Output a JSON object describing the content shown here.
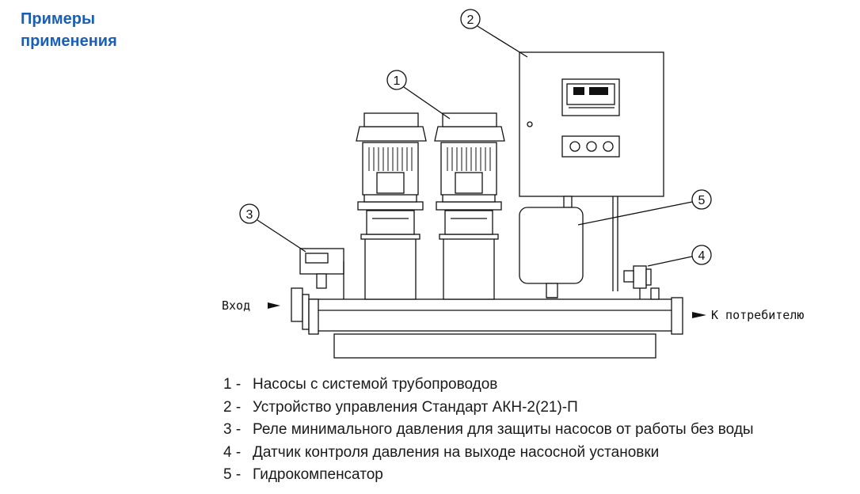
{
  "heading": {
    "line1": "Примеры",
    "line2": "применения"
  },
  "diagram": {
    "inlet_label": "Вход",
    "outlet_label": "К потребителю",
    "callouts": [
      "1",
      "2",
      "3",
      "4",
      "5"
    ]
  },
  "legend": [
    {
      "num": "1 -",
      "text": "Насосы с системой трубопроводов"
    },
    {
      "num": "2 -",
      "text": "Устройство управления Стандарт АКН-2(21)-П"
    },
    {
      "num": "3 -",
      "text": "Реле минимального  давления для защиты насосов от работы без воды"
    },
    {
      "num": "4 -",
      "text": "Датчик контроля  давления на выходе насосной установки"
    },
    {
      "num": "5 -",
      "text": "Гидрокомпенсатор"
    }
  ],
  "colors": {
    "heading": "#1a5fb4",
    "line": "#111111"
  }
}
